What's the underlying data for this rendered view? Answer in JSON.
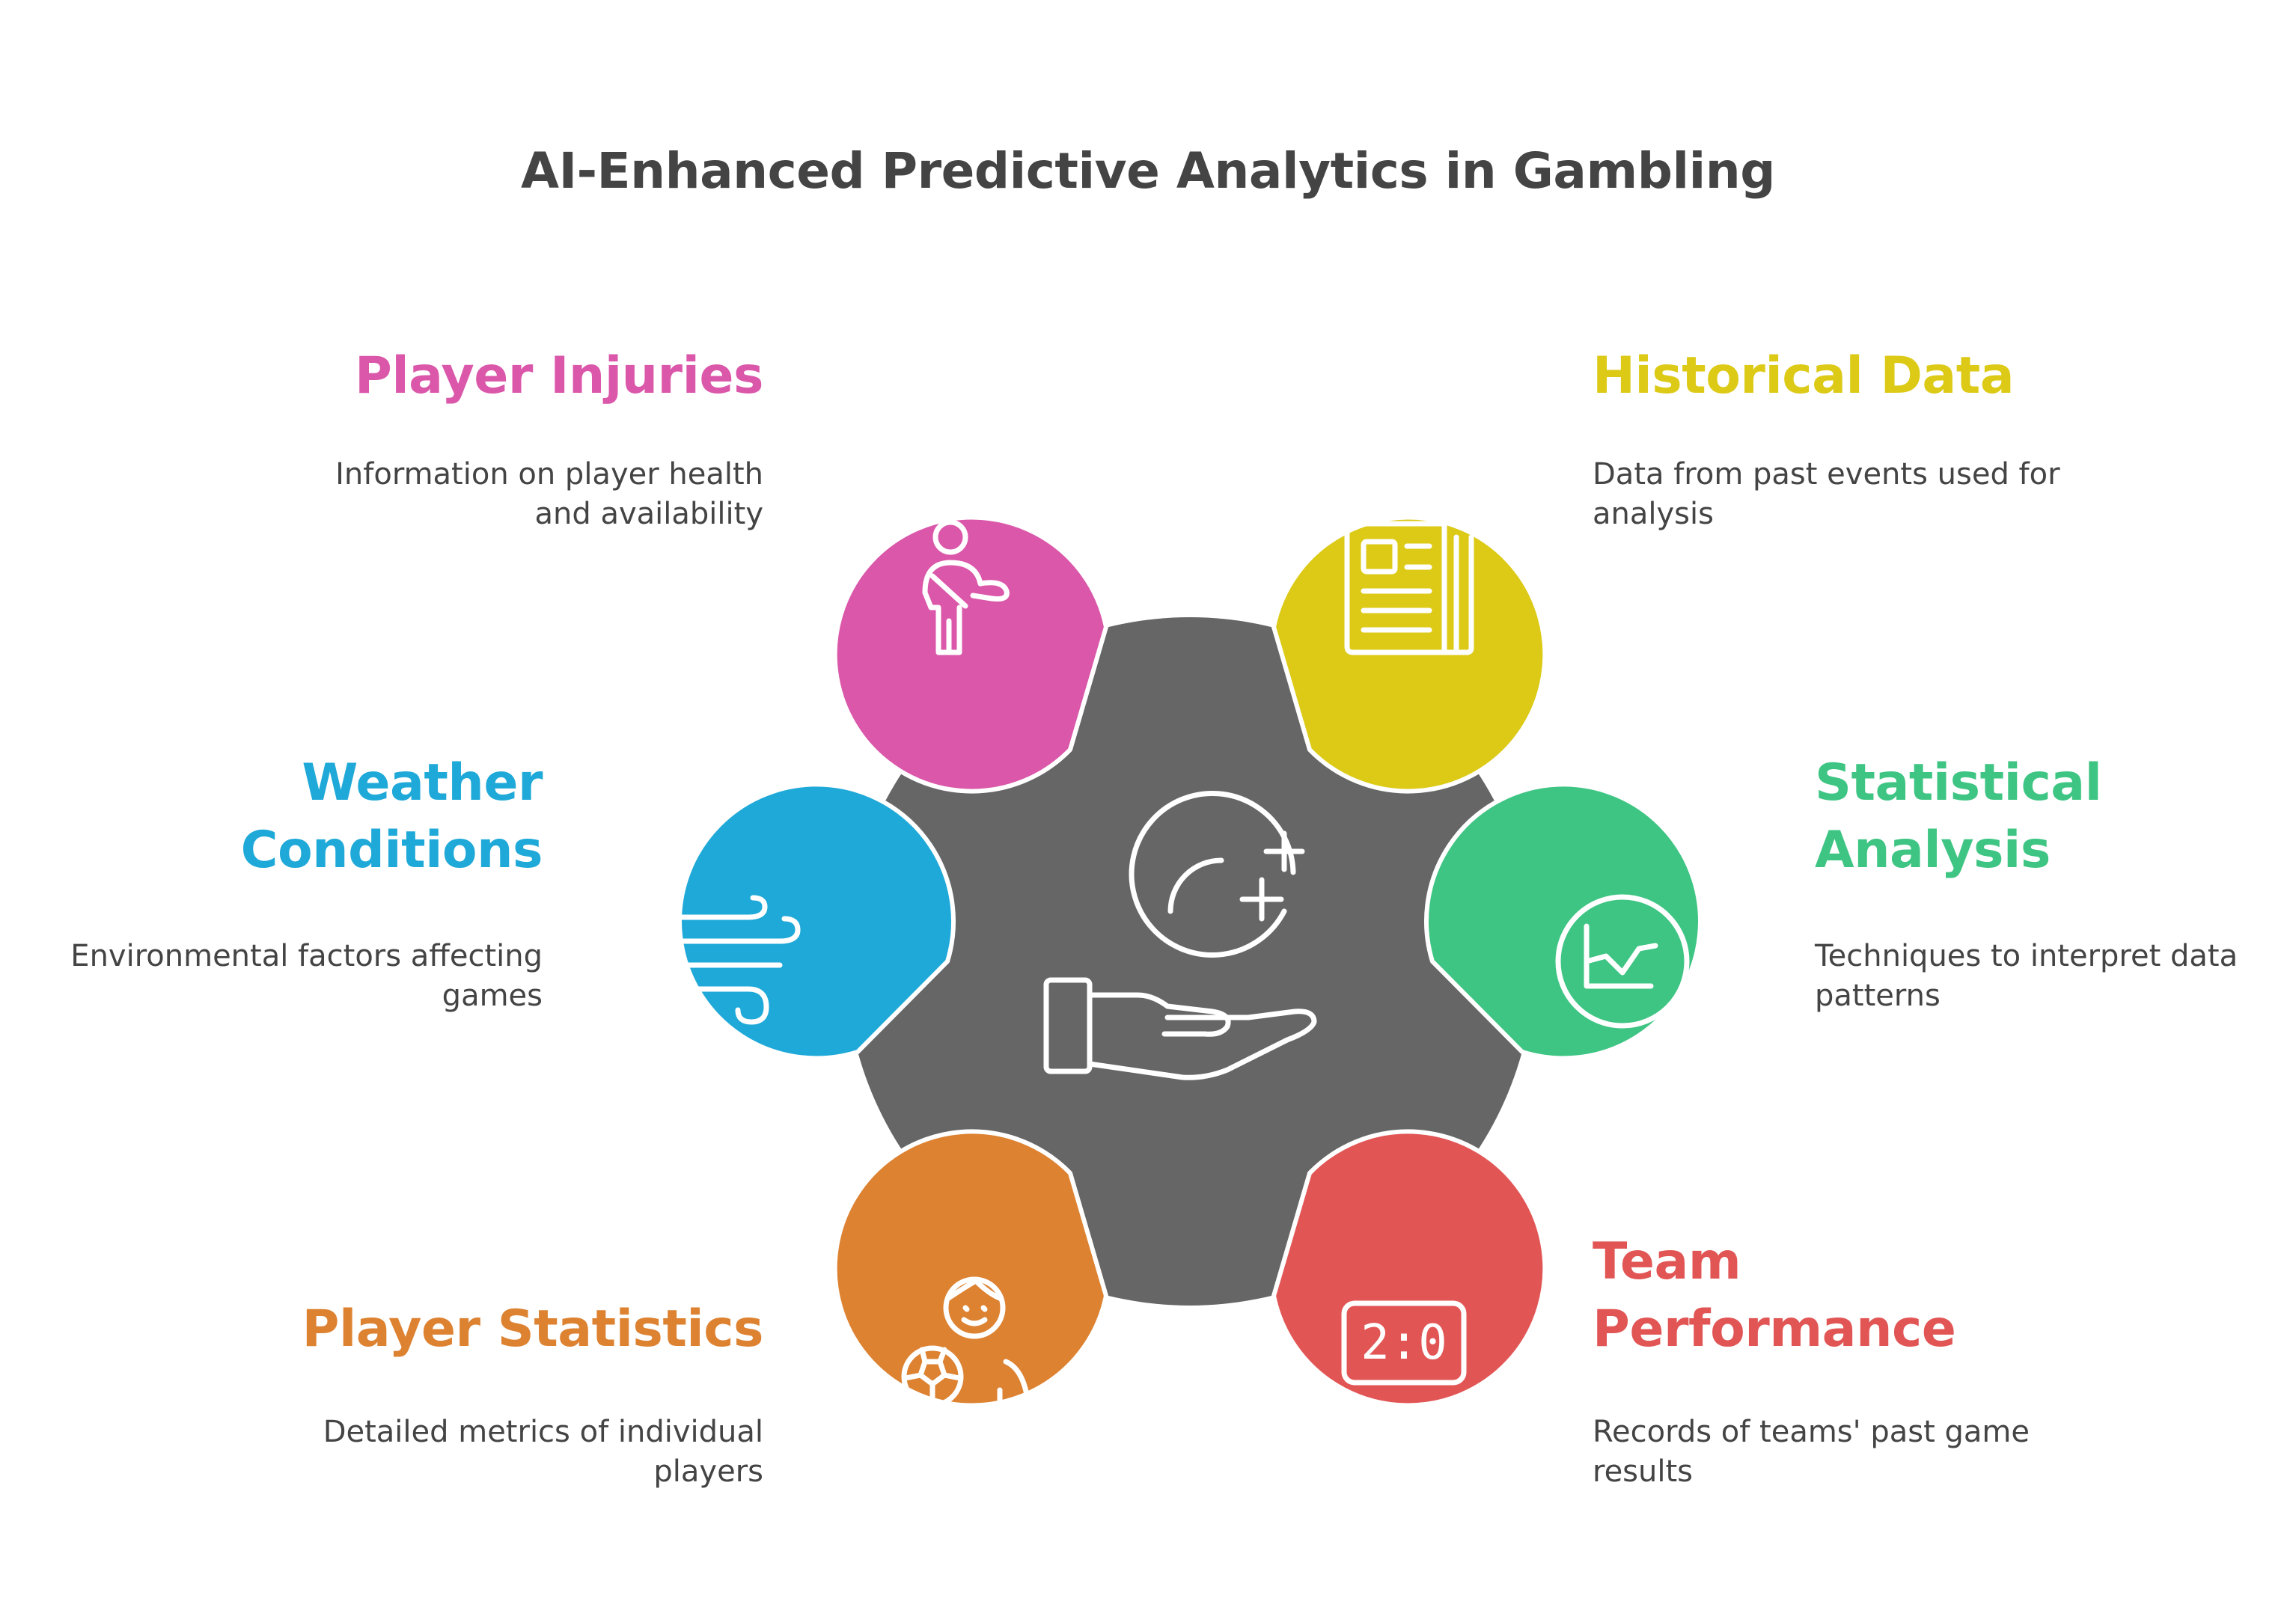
{
  "title": "AI-Enhanced Predictive Analytics in Gambling",
  "colors": {
    "hub": "#666666",
    "injuries": "#DB57AA",
    "historical": "#DCCA17",
    "weather": "#1FA9D8",
    "statistical": "#3EC583",
    "player_stats": "#DD8231",
    "team": "#E25555",
    "icon_stroke": "#ffffff"
  },
  "hub": {
    "icon": "hand-holding-coin-icon"
  },
  "nodes": [
    {
      "key": "injuries",
      "heading": "Player Injuries",
      "description": "Information on player health and availability",
      "icon": "injured-person-icon"
    },
    {
      "key": "historical",
      "heading": "Historical Data",
      "description": "Data from past events used for analysis",
      "icon": "newspaper-icon"
    },
    {
      "key": "weather",
      "heading": "Weather Conditions",
      "description": "Environmental factors affecting games",
      "icon": "wind-icon"
    },
    {
      "key": "statistical",
      "heading": "Statistical Analysis",
      "description": "Techniques to interpret data patterns",
      "icon": "line-chart-icon"
    },
    {
      "key": "player_stats",
      "heading": "Player Statistics",
      "description": "Detailed metrics of individual players",
      "icon": "soccer-player-icon"
    },
    {
      "key": "team",
      "heading": "Team Performance",
      "description": "Records of teams' past game results",
      "icon": "scoreboard-icon",
      "score_text": "2:0"
    }
  ]
}
